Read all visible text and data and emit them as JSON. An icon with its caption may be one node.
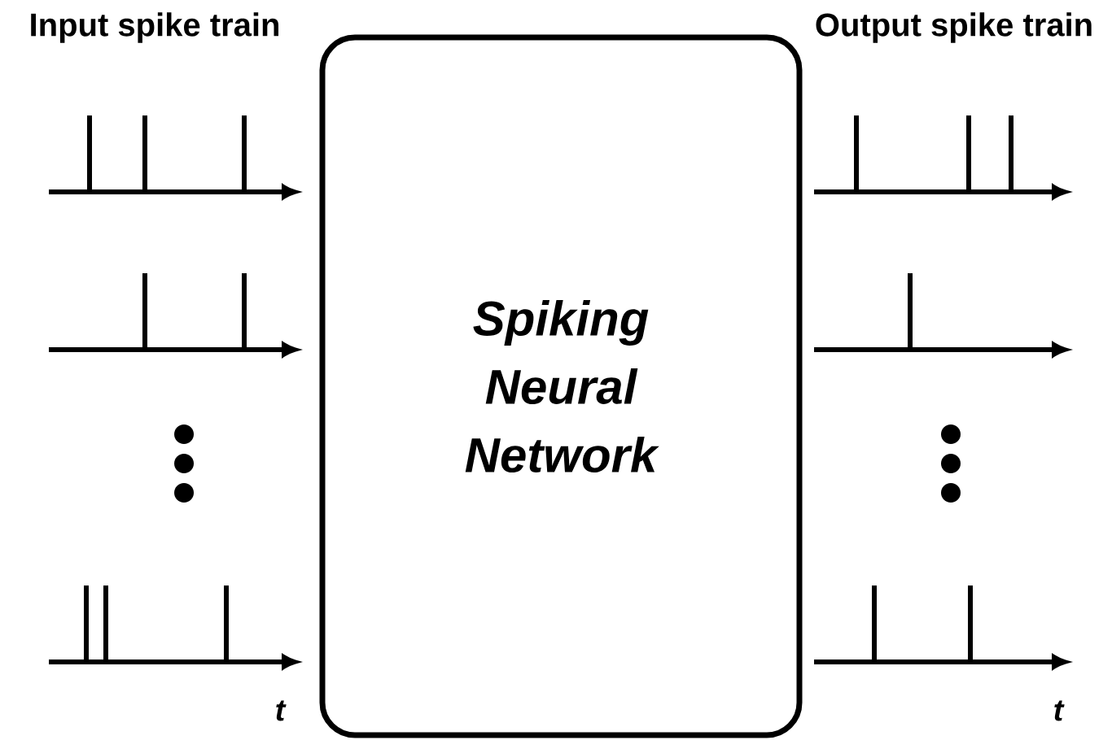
{
  "diagram": {
    "nodes": [
      {
        "text": [
          "Spiking Neural Network"
        ]
      }
    ],
    "labels": [
      "Input spike train",
      "Output spike train",
      "t",
      "t"
    ]
  }
}
